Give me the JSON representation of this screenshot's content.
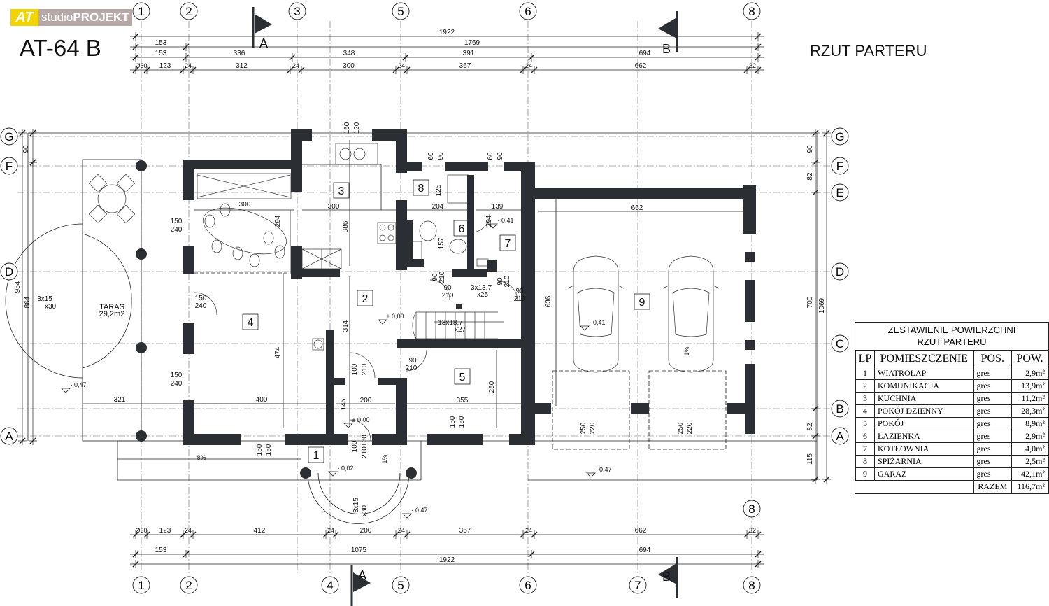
{
  "logo": {
    "at": "AT",
    "studio": "studio",
    "projekt": "PROJEKT"
  },
  "title": "AT-64 B",
  "subtitle": "RZUT PARTERU",
  "axes": {
    "top": [
      "1",
      "2",
      "3",
      "5",
      "6",
      "8"
    ],
    "bottom": [
      "1",
      "2",
      "4",
      "5",
      "6",
      "7",
      "8"
    ],
    "rows": [
      "G",
      "F",
      "E",
      "D",
      "C",
      "B",
      "A"
    ]
  },
  "section_marks": [
    "A",
    "B"
  ],
  "dims": {
    "top1": [
      "1922"
    ],
    "top2": [
      "153",
      "1769"
    ],
    "top3": [
      "153",
      "336",
      "348",
      "391",
      "694"
    ],
    "top4": [
      "Ø30",
      "123",
      "24",
      "312",
      "24",
      "300",
      "24",
      "367",
      "24",
      "662",
      "32"
    ],
    "bot1": [
      "Ø30",
      "123",
      "24",
      "412",
      "24",
      "200",
      "24",
      "367",
      "24",
      "662",
      "32"
    ],
    "bot2": [
      "153",
      "1075",
      "694"
    ],
    "bot3": [
      "1922"
    ],
    "left": [
      "90",
      "954",
      "864"
    ],
    "right": [
      "90",
      "82",
      "700",
      "1069",
      "82",
      "115"
    ]
  },
  "rooms": [
    "1",
    "2",
    "3",
    "4",
    "5",
    "6",
    "7",
    "8",
    "9"
  ],
  "terrace": {
    "name": "TARAS",
    "area": "29,2m2",
    "stairs": "3x15",
    "stairs2": "x30"
  },
  "interior_dims": [
    "300",
    "300",
    "204",
    "139",
    "662",
    "386",
    "294",
    "294",
    "157",
    "636",
    "474",
    "314",
    "400",
    "200",
    "355",
    "250",
    "145",
    "321",
    "125"
  ],
  "openings": [
    "150",
    "120",
    "60",
    "90",
    "60",
    "90",
    "150",
    "240",
    "150",
    "240",
    "150",
    "240",
    "90",
    "210",
    "90",
    "210",
    "90",
    "210",
    "90",
    "210",
    "90",
    "210",
    "100",
    "210",
    "100",
    "210+30",
    "150",
    "150",
    "150",
    "150",
    "250",
    "220",
    "250",
    "220"
  ],
  "levels": [
    "± 0,00",
    "± 0,00",
    "- 0,41",
    "- 0,41",
    "- 0,47",
    "- 0,47",
    "- 0,47",
    "- 0,02"
  ],
  "slopes": [
    "8%",
    "1%",
    "1%"
  ],
  "stairs": [
    "3x13,7",
    "x25",
    "13x18,7",
    "x27",
    "3x15",
    "x30"
  ],
  "table": {
    "title1": "ZESTAWIENIE POWIERZCHNI",
    "title2": "RZUT PARTERU",
    "headers": [
      "LP",
      "POMIESZCZENIE",
      "POS.",
      "POW."
    ],
    "rows": [
      [
        "1",
        "WIATROŁAP",
        "gres",
        "2,9m²"
      ],
      [
        "2",
        "KOMUNIKACJA",
        "gres",
        "13,9m²"
      ],
      [
        "3",
        "KUCHNIA",
        "gres",
        "11,2m²"
      ],
      [
        "4",
        "POKÓJ DZIENNY",
        "gres",
        "28,3m²"
      ],
      [
        "5",
        "POKÓJ",
        "gres",
        "8,9m²"
      ],
      [
        "6",
        "ŁAZIENKA",
        "gres",
        "2,9m²"
      ],
      [
        "7",
        "KOTŁOWNIA",
        "gres",
        "4,0m²"
      ],
      [
        "8",
        "SPIŻARNIA",
        "gres",
        "2,5m²"
      ],
      [
        "9",
        "GARAŻ",
        "gres",
        "42,1m²"
      ]
    ],
    "total_label": "RAZEM",
    "total_value": "116,7m²"
  }
}
